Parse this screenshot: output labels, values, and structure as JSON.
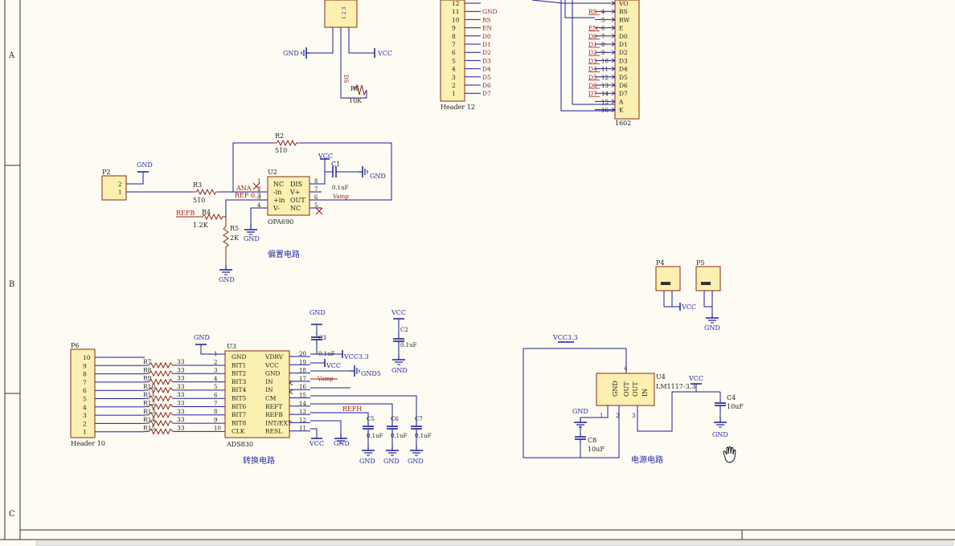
{
  "colors": {
    "wire": "#1d1d9a",
    "comp": "#8a2a1a",
    "body": "#fbf0b0",
    "pin": "#2a2aa8",
    "net": "#9a2020",
    "frame": "#333"
  },
  "frame": {
    "zones": [
      "A",
      "B",
      "C"
    ]
  },
  "top_conn": {
    "pin_text": "1 2 3"
  },
  "net_labels": {
    "gnd": "GND",
    "vcc": "VCC",
    "vcc33": "VCC3.3",
    "vamp": "Vamp",
    "refb": "REFB",
    "refh": "REFH",
    "ana": "ANA",
    "ref03": "REF 0.3",
    "ds": "DS",
    "gnd5": "GND5"
  },
  "r6": {
    "ref": "R6",
    "value": "10K"
  },
  "header12": {
    "name": "Header 12",
    "pins": [
      "12",
      "11",
      "10",
      "9",
      "8",
      "7",
      "6",
      "5",
      "4",
      "3",
      "2",
      "1"
    ],
    "nets": [
      "GND",
      "RS",
      "EN",
      "D0",
      "D1",
      "D2",
      "D3",
      "D4",
      "D5",
      "D6",
      "D7"
    ]
  },
  "lcd1602": {
    "name": "1602",
    "left_nets": [
      "RS",
      "",
      "EN",
      "D0",
      "D1",
      "D2",
      "D3",
      "D4",
      "D5",
      "D6",
      "D7"
    ],
    "pin_nums": [
      "4",
      "5",
      "6",
      "7",
      "8",
      "9",
      "10",
      "11",
      "12",
      "13",
      "14",
      "15",
      "16"
    ],
    "pins": [
      "VO",
      "RS",
      "RW",
      "E",
      "D0",
      "D1",
      "D2",
      "D3",
      "D4",
      "D5",
      "D6",
      "D7",
      "A",
      "K"
    ]
  },
  "bias": {
    "title": "偏置电路",
    "p2": {
      "ref": "P2",
      "pins": [
        "2",
        "1"
      ]
    },
    "r2": {
      "ref": "R2",
      "value": "510"
    },
    "r3": {
      "ref": "R3",
      "value": "510"
    },
    "r4": {
      "ref": "R4",
      "value": "1.2K"
    },
    "r5": {
      "ref": "R5",
      "value": "2K"
    },
    "c1": {
      "ref": "C1",
      "value": "0.1uF"
    },
    "u2": {
      "ref": "U2",
      "name": "OPA690",
      "left_pins": [
        "NC",
        "-in",
        "+in",
        "V-"
      ],
      "right_pins": [
        "DIS",
        "V+",
        "OUT",
        "NC"
      ],
      "left_nums": [
        "1",
        "2",
        "3",
        "4"
      ],
      "right_nums": [
        "8",
        "7",
        "6",
        "5"
      ]
    }
  },
  "conv": {
    "title": "转换电路",
    "p6": {
      "ref": "P6",
      "name": "Header 10",
      "pins": [
        "10",
        "9",
        "8",
        "7",
        "6",
        "5",
        "4",
        "3",
        "2",
        "1"
      ]
    },
    "resistors": [
      "R7",
      "R8",
      "R9",
      "R10",
      "R11",
      "R12",
      "R13",
      "R14",
      "R15"
    ],
    "res_value": "33",
    "u3": {
      "ref": "U3",
      "name": "ADS830",
      "left_pins": [
        "GND",
        "BIT1",
        "BIT2",
        "BIT3",
        "BIT4",
        "BIT5",
        "BIT6",
        "BIT7",
        "BIT8",
        "CLK"
      ],
      "left_nums": [
        "1",
        "2",
        "3",
        "4",
        "5",
        "6",
        "7",
        "8",
        "9",
        "10"
      ],
      "right_pins": [
        "VDRV",
        "VCC",
        "GND",
        "IN",
        "IN",
        "CM",
        "REFT",
        "REFB",
        "INT/EXT",
        "RESL"
      ],
      "right_nums": [
        "20",
        "19",
        "18",
        "17",
        "16",
        "15",
        "14",
        "13",
        "12",
        "11"
      ]
    },
    "caps": [
      {
        "ref": "C3",
        "value": "0.1uF"
      },
      {
        "ref": "C2",
        "value": "0.1uF"
      },
      {
        "ref": "C5",
        "value": "0.1uF"
      },
      {
        "ref": "C6",
        "value": "0.1uF"
      },
      {
        "ref": "C7",
        "value": "0.1uF"
      }
    ]
  },
  "power": {
    "title": "电源电路",
    "u4": {
      "ref": "U4",
      "name": "LM1117-3.3",
      "pins": [
        "GND",
        "OUT",
        "IN"
      ],
      "nums": [
        "1",
        "2",
        "3",
        "4"
      ],
      "out2": "OUT"
    },
    "c8": {
      "ref": "C8",
      "value": "10uF"
    },
    "c4": {
      "ref": "C4",
      "value": "10uF"
    }
  },
  "p4": {
    "ref": "P4"
  },
  "p5": {
    "ref": "P5"
  }
}
